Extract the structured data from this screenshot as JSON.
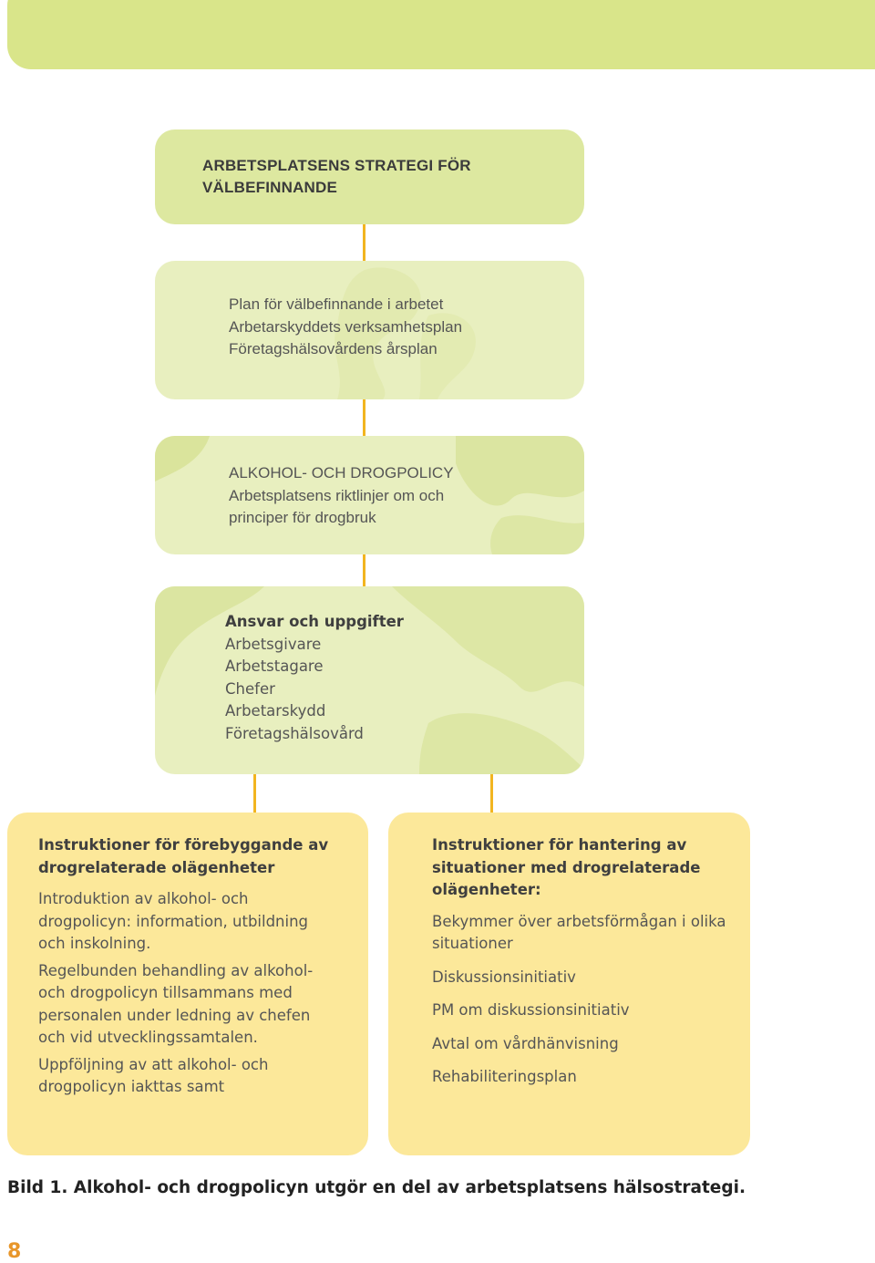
{
  "colors": {
    "banner": "#d9e58a",
    "green_box": "#dde8a0",
    "light_green_box": "#e8efbf",
    "yellow_box": "#fce89a",
    "connector": "#f2b520",
    "page_number": "#e8962a"
  },
  "strategy": {
    "title_line1": "ARBETSPLATSENS STRATEGI FÖR",
    "title_line2": "VÄLBEFINNANDE"
  },
  "plans": {
    "lines": [
      "Plan för välbefinnande i arbetet",
      "Arbetarskyddets verksamhetsplan",
      "Företagshälsovårdens årsplan"
    ]
  },
  "policy": {
    "lines": [
      "ALKOHOL- OCH DROGPOLICY",
      "Arbetsplatsens riktlinjer om och",
      "principer för drogbruk"
    ]
  },
  "responsibilities": {
    "title": "Ansvar och uppgifter",
    "items": [
      "Arbetsgivare",
      "Arbetstagare",
      "Chefer",
      "Arbetarskydd",
      "Företagshälsovård"
    ]
  },
  "prevention": {
    "title_lines": [
      "Instruktioner för förebyggande av",
      "drogrelaterade olägenheter"
    ],
    "p1": [
      "Introduktion av alkohol- och",
      "drogpolicyn: information, utbildning",
      "och inskolning."
    ],
    "p2": [
      "Regelbunden behandling av alkohol-",
      "och drogpolicyn tillsammans med",
      "personalen under ledning av chefen",
      "och vid utvecklingssamtalen."
    ],
    "p3": [
      "Uppföljning av att alkohol- och",
      "drogpolicyn iakttas samt"
    ]
  },
  "handling": {
    "title_lines": [
      "Instruktioner för hantering av",
      "situationer med drogrelaterade",
      "olägenheter:"
    ],
    "p1": [
      "Bekymmer över arbetsförmågan i olika",
      "situationer"
    ],
    "p2": "Diskussionsinitiativ",
    "p3": "PM om diskussionsinitiativ",
    "p4": "Avtal om vårdhänvisning",
    "p5": "Rehabiliteringsplan"
  },
  "caption": "Bild 1. Alkohol- och drogpolicyn utgör en del av arbetsplatsens hälsostrategi.",
  "page_number": "8"
}
